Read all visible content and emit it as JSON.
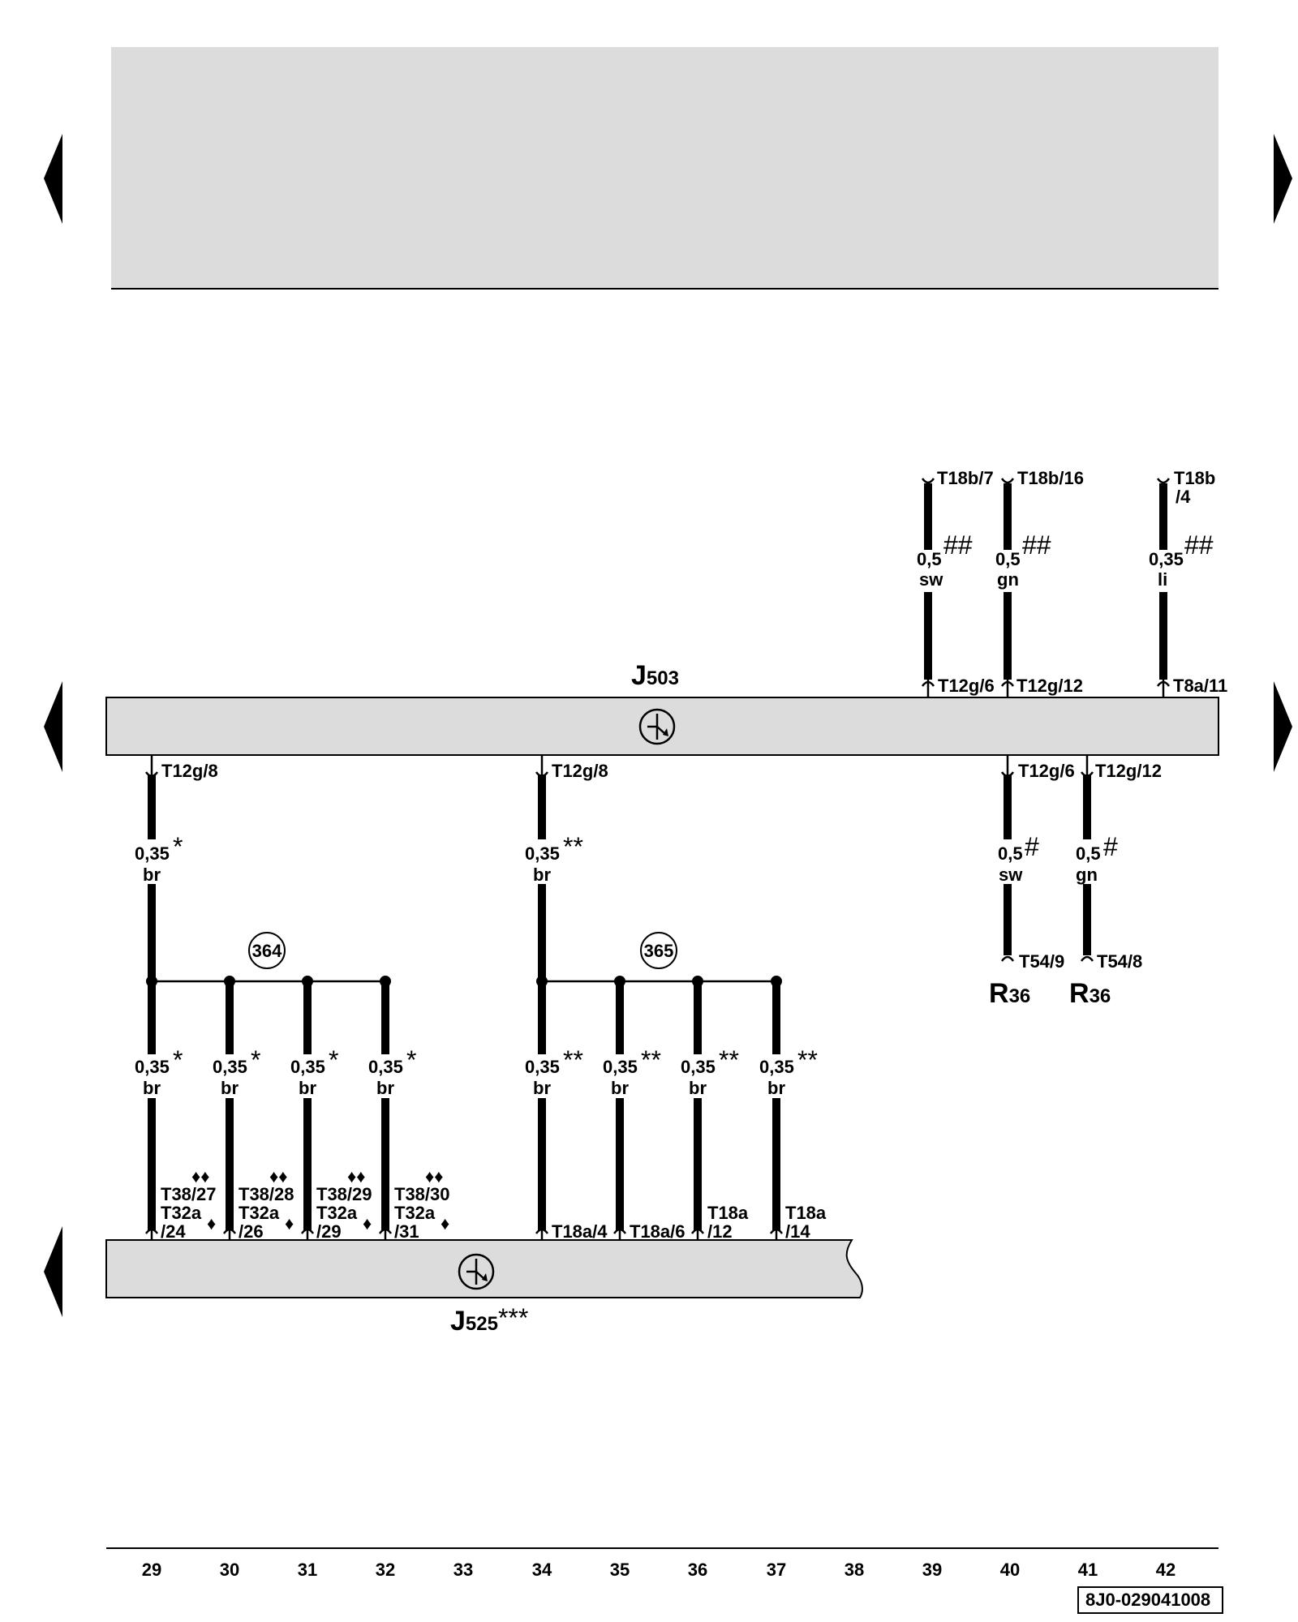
{
  "components": {
    "upper_unit": {
      "letter": "J",
      "number": "503"
    },
    "lower_unit": {
      "letter": "J",
      "number": "525",
      "mark": "***"
    },
    "r36_left": {
      "letter": "R",
      "number": "36"
    },
    "r36_right": {
      "letter": "R",
      "number": "36"
    }
  },
  "connectors": {
    "t18b_7": "T18b/7",
    "t18b_16": "T18b/16",
    "t18b_4_top": "T18b",
    "t18b_4_bottom": "/4",
    "t12g_6_upper": "T12g/6",
    "t12g_12_upper": "T12g/12",
    "t8a_11": "T8a/11",
    "t12g_8_left": "T12g/8",
    "t12g_8_mid": "T12g/8",
    "t12g_6_lower": "T12g/6",
    "t12g_12_lower": "T12g/12",
    "t54_9": "T54/9",
    "t54_8": "T54/8",
    "t38_27": "T38/27",
    "t38_28": "T38/28",
    "t38_29": "T38/29",
    "t38_30": "T38/30",
    "t32a_24_top": "T32a",
    "t32a_24_bottom": "/24",
    "t32a_26_top": "T32a",
    "t32a_26_bottom": "/26",
    "t32a_29_top": "T32a",
    "t32a_29_bottom": "/29",
    "t32a_31_top": "T32a",
    "t32a_31_bottom": "/31",
    "t18a_4": "T18a/4",
    "t18a_6": "T18a/6",
    "t18a_12_top": "T18a",
    "t18a_12_bottom": "/12",
    "t18a_14_top": "T18a",
    "t18a_14_bottom": "/14",
    "diamond_pair": "♦♦",
    "diamond_single": "♦"
  },
  "wires": {
    "top_sw": {
      "size": "0,5",
      "color": "sw",
      "mark": "##"
    },
    "top_gn": {
      "size": "0,5",
      "color": "gn",
      "mark": "##"
    },
    "top_li": {
      "size": "0,35",
      "color": "li",
      "mark": "##"
    },
    "left_main": {
      "size": "0,35",
      "color": "br",
      "mark": "*"
    },
    "mid_main": {
      "size": "0,35",
      "color": "br",
      "mark": "**"
    },
    "r_sw": {
      "size": "0,5",
      "color": "sw",
      "mark": "#"
    },
    "r_gn": {
      "size": "0,5",
      "color": "gn",
      "mark": "#"
    },
    "b29": {
      "size": "0,35",
      "color": "br",
      "mark": "*"
    },
    "b30": {
      "size": "0,35",
      "color": "br",
      "mark": "*"
    },
    "b31": {
      "size": "0,35",
      "color": "br",
      "mark": "*"
    },
    "b32": {
      "size": "0,35",
      "color": "br",
      "mark": "*"
    },
    "b34": {
      "size": "0,35",
      "color": "br",
      "mark": "**"
    },
    "b35": {
      "size": "0,35",
      "color": "br",
      "mark": "**"
    },
    "b36": {
      "size": "0,35",
      "color": "br",
      "mark": "**"
    },
    "b37": {
      "size": "0,35",
      "color": "br",
      "mark": "**"
    }
  },
  "junctions": {
    "j364": "364",
    "j365": "365"
  },
  "columns": [
    "29",
    "30",
    "31",
    "32",
    "33",
    "34",
    "35",
    "36",
    "37",
    "38",
    "39",
    "40",
    "41",
    "42"
  ],
  "document_code": "8J0-029041008"
}
